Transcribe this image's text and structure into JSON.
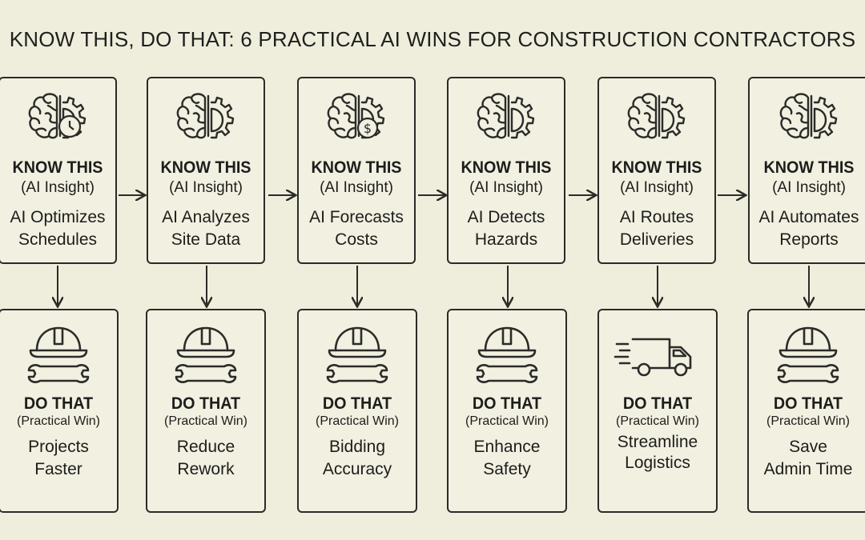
{
  "title": "KNOW THIS, DO THAT: 6 PRACTICAL AI WINS FOR CONSTRUCTION CONTRACTORS",
  "colors": {
    "background": "#efeedd",
    "stroke": "#2b2b28",
    "box_fill": "#f1f0e1"
  },
  "steps": [
    {
      "know_heading": "KNOW THIS",
      "know_sub": "(AI Insight)",
      "know_line1": "AI Optimizes",
      "know_line2": "Schedules",
      "know_icon": "brain-gear-clock-icon",
      "do_heading": "DO THAT",
      "do_sub": "(Practical Win)",
      "do_line1": "Projects",
      "do_line2": "Faster",
      "do_icon": "hardhat-wrench-icon"
    },
    {
      "know_heading": "KNOW THIS",
      "know_sub": "(AI Insight)",
      "know_line1": "AI Analyzes",
      "know_line2": "Site Data",
      "know_icon": "brain-gear-icon",
      "do_heading": "DO THAT",
      "do_sub": "(Practical Win)",
      "do_line1": "Reduce",
      "do_line2": "Rework",
      "do_icon": "hardhat-wrench-icon"
    },
    {
      "know_heading": "KNOW THIS",
      "know_sub": "(AI Insight)",
      "know_line1": "AI Forecasts",
      "know_line2": "Costs",
      "know_icon": "brain-gear-dollar-icon",
      "do_heading": "DO THAT",
      "do_sub": "(Practical Win)",
      "do_line1": "Bidding",
      "do_line2": "Accuracy",
      "do_icon": "hardhat-wrench-icon"
    },
    {
      "know_heading": "KNOW THIS",
      "know_sub": "(AI Insight)",
      "know_line1": "AI Detects",
      "know_line2": "Hazards",
      "know_icon": "brain-gear-icon",
      "do_heading": "DO THAT",
      "do_sub": "(Practical Win)",
      "do_line1": "Enhance",
      "do_line2": "Safety",
      "do_icon": "hardhat-wrench-icon"
    },
    {
      "know_heading": "KNOW THIS",
      "know_sub": "(AI Insight)",
      "know_line1": "AI Routes",
      "know_line2": "Deliveries",
      "know_icon": "brain-gear-icon",
      "do_heading": "DO THAT",
      "do_sub": "(Practical Win)",
      "do_line1": "Streamline",
      "do_line2": "Logistics",
      "do_icon": "delivery-truck-icon"
    },
    {
      "know_heading": "KNOW THIS",
      "know_sub": "(AI Insight)",
      "know_line1": "AI Automates",
      "know_line2": "Reports",
      "know_icon": "brain-gear-icon",
      "do_heading": "DO THAT",
      "do_sub": "(Practical Win)",
      "do_line1": "Save",
      "do_line2": "Admin Time",
      "do_icon": "hardhat-wrench-icon"
    }
  ]
}
